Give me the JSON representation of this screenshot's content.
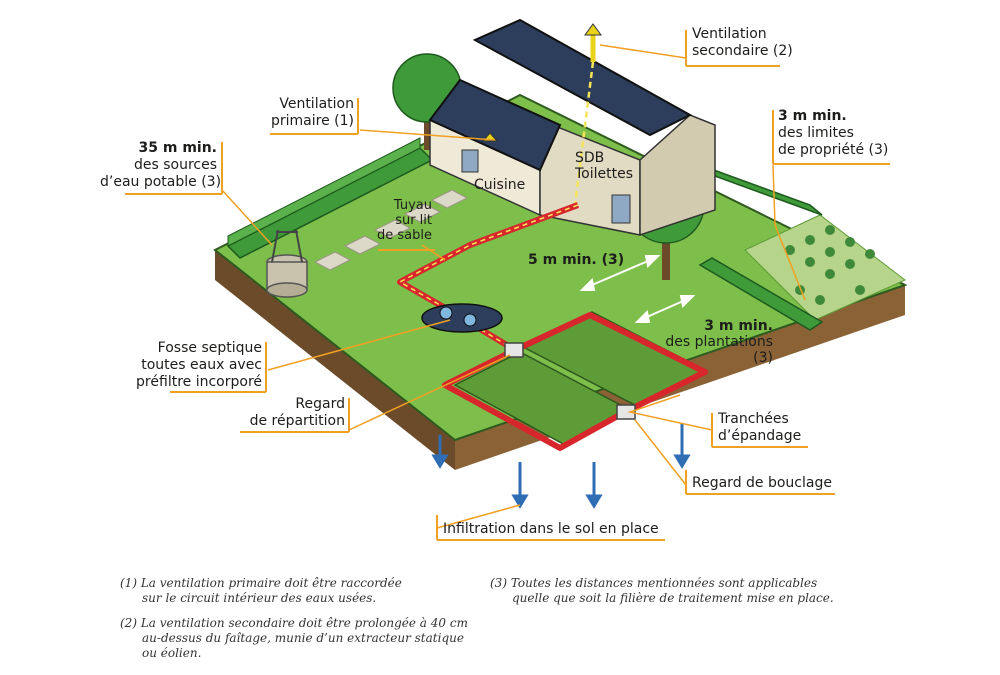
{
  "labels": {
    "ventilation_secondaire": [
      "Ventilation",
      "secondaire (2)"
    ],
    "ventilation_primaire": [
      "Ventilation",
      "primaire (1)"
    ],
    "sources_eau": [
      "35 m min.",
      "des sources",
      "d’eau potable (3)"
    ],
    "limites_propriete": [
      "3 m min.",
      "des limites",
      "de propriété (3)"
    ],
    "cuisine": "Cuisine",
    "sdb": [
      "SDB",
      "Toilettes"
    ],
    "tuyau": [
      "Tuyau",
      "sur lit",
      "de sable"
    ],
    "distance_5m": "5 m min. (3)",
    "plantations": [
      "3 m min.",
      "des plantations",
      "(3)"
    ],
    "fosse": [
      "Fosse septique",
      "toutes eaux avec",
      "préfiltre incorporé"
    ],
    "regard_repartition": [
      "Regard",
      "de répartition"
    ],
    "tranchees": [
      "Tranchées",
      "d’épandage"
    ],
    "regard_bouclage": "Regard de bouclage",
    "infiltration": "Infiltration dans le sol en place"
  },
  "notes": {
    "note1": [
      "(1) La ventilation primaire doit être raccordée",
      "sur le circuit intérieur des eaux usées."
    ],
    "note2": [
      "(2) La ventilation secondaire doit être prolongée à 40 cm",
      "au-dessus du faîtage, munie d’un extracteur statique",
      "ou éolien."
    ],
    "note3": [
      "(3) Toutes les distances mentionnées sont applicables",
      "quelle que soit la filière de traitement mise en place."
    ]
  },
  "colors": {
    "lawn": "#7dbf4a",
    "lawn_dark": "#5e9c37",
    "hedge": "#3f9a3a",
    "pipe": "#d7262c",
    "roof": "#2c3e5c",
    "wall": "#efe9d8",
    "callout": "#f0a023",
    "arrow": "#2f6db5"
  }
}
